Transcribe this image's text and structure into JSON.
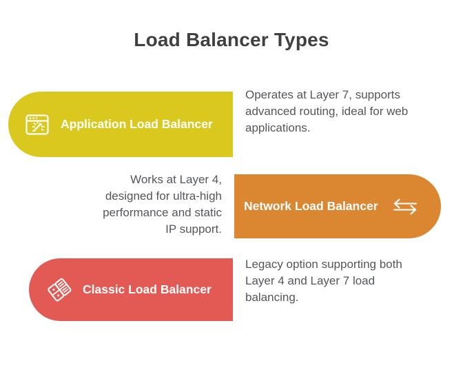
{
  "page": {
    "title": "Load Balancer Types",
    "background_color": "#FFFFFF",
    "title_color": "#404040",
    "body_text_color": "#53565A"
  },
  "items": [
    {
      "id": "application-load-balancer",
      "label": "Application Load Balancer",
      "description": "Operates at Layer 7, supports advanced routing, ideal for web applications.",
      "color": "#DBC81E",
      "icon": "browser-wand-icon",
      "bar_side": "left",
      "text_align": "left"
    },
    {
      "id": "network-load-balancer",
      "label": "Network Load Balancer",
      "description": "Works at Layer 4, designed for ultra-high performance and static IP support.",
      "color": "#DB8732",
      "icon": "bidirectional-arrows-icon",
      "bar_side": "right",
      "text_align": "right"
    },
    {
      "id": "classic-load-balancer",
      "label": "Classic Load Balancer",
      "description": "Legacy option supporting both Layer 4 and Layer 7 load balancing.",
      "color": "#E25A53",
      "icon": "dominoes-icon",
      "bar_side": "left",
      "text_align": "left"
    }
  ]
}
